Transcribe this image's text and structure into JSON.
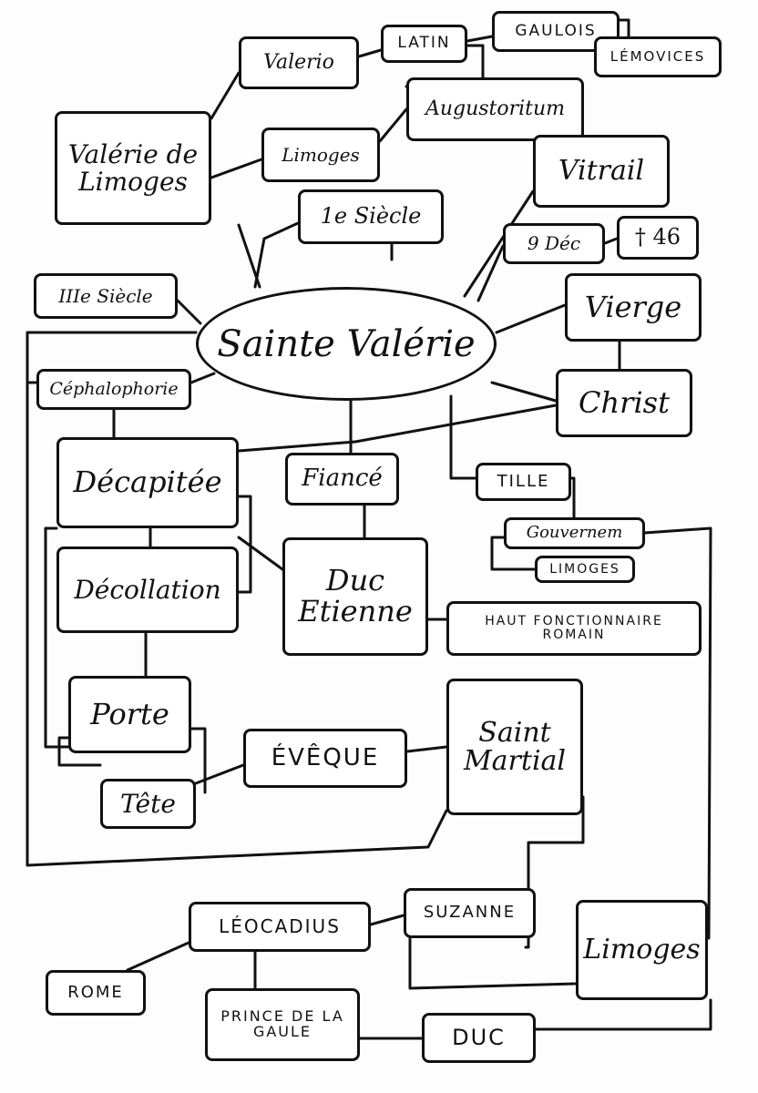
{
  "center": "Sainte Valérie",
  "nodes": {
    "valerio": "Valerio",
    "latin": "LATIN",
    "gaulois": "GAULOIS",
    "lemovices": "LÉMOVICES",
    "augustoritum": "Augustoritum",
    "valerie_de_limoges": "Valérie de Limoges",
    "limoges_1": "Limoges",
    "siecle_1": "1e Siècle",
    "vitrail": "Vitrail",
    "dec_9": "9 Déc",
    "death_46": "† 46",
    "siecle_3": "IIIe Siècle",
    "vierge": "Vierge",
    "cephalophorie": "Céphalophorie",
    "christ": "Christ",
    "decapitee": "Décapitée",
    "fiance": "Fiancé",
    "tille": "TILLE",
    "gouvernem": "Gouvernem",
    "limoges_2": "LIMOGES",
    "decollation": "Décollation",
    "duc_etienne": "Duc Etienne",
    "haut_fonctionnaire": "HAUT FONCTIONNAIRE ROMAIN",
    "porte": "Porte",
    "tete": "Tête",
    "eveque": "ÉVÊQUE",
    "saint_martial": "Saint Martial",
    "leocadius": "LÉOCADIUS",
    "suzanne": "SUZANNE",
    "limoges_3": "Limoges",
    "rome": "ROME",
    "prince": "PRINCE DE LA GAULE",
    "duc": "DUC"
  }
}
